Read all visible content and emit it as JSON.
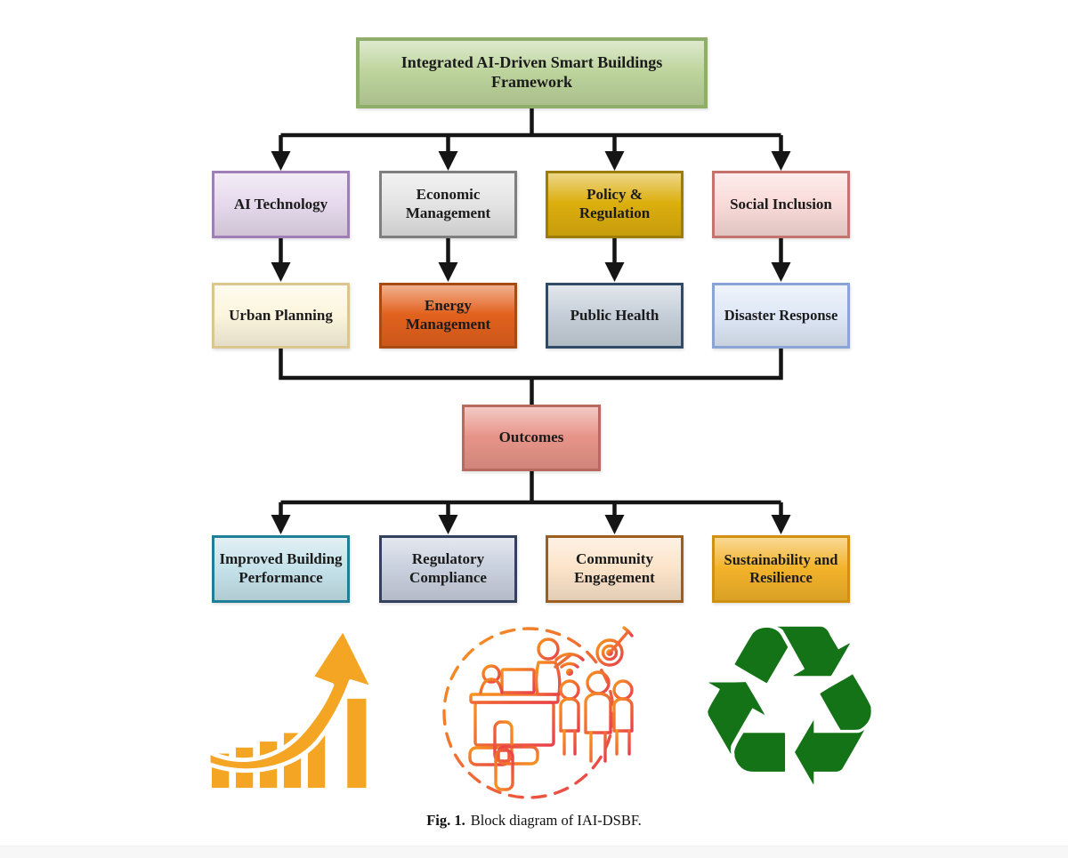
{
  "connectors": {
    "color": "#151515"
  },
  "diagram": {
    "root": {
      "label": "Integrated AI-Driven Smart Buildings Framework",
      "fill": "#bdd49c",
      "border": "#8fae6a"
    },
    "pillars": [
      {
        "label": "AI Technology",
        "fill": "#e6d9ed",
        "border": "#9f7fb5"
      },
      {
        "label": "Economic Management",
        "fill": "#e4e4e4",
        "border": "#7f7f7f"
      },
      {
        "label": "Policy & Regulation",
        "fill": "#dcae0d",
        "border": "#9c7d09"
      },
      {
        "label": "Social Inclusion",
        "fill": "#f9dbd9",
        "border": "#c4736d"
      }
    ],
    "domains": [
      {
        "label": "Urban Planning",
        "fill": "#fdf6de",
        "border": "#dcc690"
      },
      {
        "label": "Energy Management",
        "fill": "#e2611d",
        "border": "#a84a14"
      },
      {
        "label": "Public Health",
        "fill": "#c6cfd9",
        "border": "#2f4b68"
      },
      {
        "label": "Disaster Response",
        "fill": "#dfe8f7",
        "border": "#8aa4d6"
      }
    ],
    "hub": {
      "label": "Outcomes",
      "fill": "#e79488",
      "border": "#b96a5f"
    },
    "outcomes": [
      {
        "label": "Improved Building Performance",
        "fill": "#c5e2ea",
        "border": "#1f7f96"
      },
      {
        "label": "Regulatory Compliance",
        "fill": "#c9d0de",
        "border": "#33415f"
      },
      {
        "label": "Community Engagement",
        "fill": "#fce4c9",
        "border": "#9e5e1e"
      },
      {
        "label": "Sustainability and Resilience",
        "fill": "#f3b32a",
        "border": "#d19010"
      }
    ],
    "icons": {
      "growth": {
        "name": "growth-chart-icon",
        "color": "#f5a524"
      },
      "community": {
        "name": "community-engagement-icon",
        "color_start": "#f7941e",
        "color_end": "#e8414b"
      },
      "recycle": {
        "name": "recycling-icon",
        "color": "#157317",
        "glyph": "♻"
      }
    },
    "caption": {
      "fig_label": "Fig. 1.",
      "text": "Block diagram of IAI-DSBF."
    }
  }
}
